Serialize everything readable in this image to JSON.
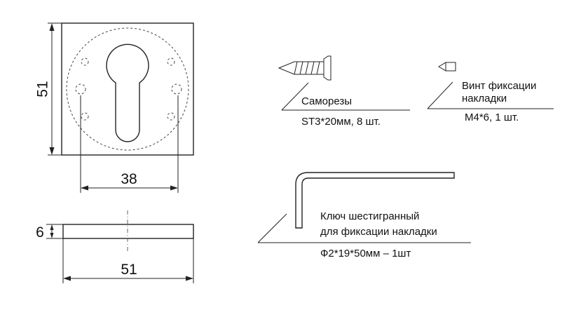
{
  "plate": {
    "height_label": "51",
    "hole_spacing_label": "38",
    "thickness_label": "6",
    "width_label": "51"
  },
  "screws": {
    "name": "Саморезы",
    "spec": "ST3*20мм, 8 шт."
  },
  "set_screw": {
    "name_line1": "Винт фиксации",
    "name_line2": "накладки",
    "spec": "М4*6, 1 шт."
  },
  "hex_key": {
    "name_line1": "Ключ шестигранный",
    "name_line2": "для фиксации накладки",
    "spec": "Ф2*19*50мм – 1шт"
  }
}
